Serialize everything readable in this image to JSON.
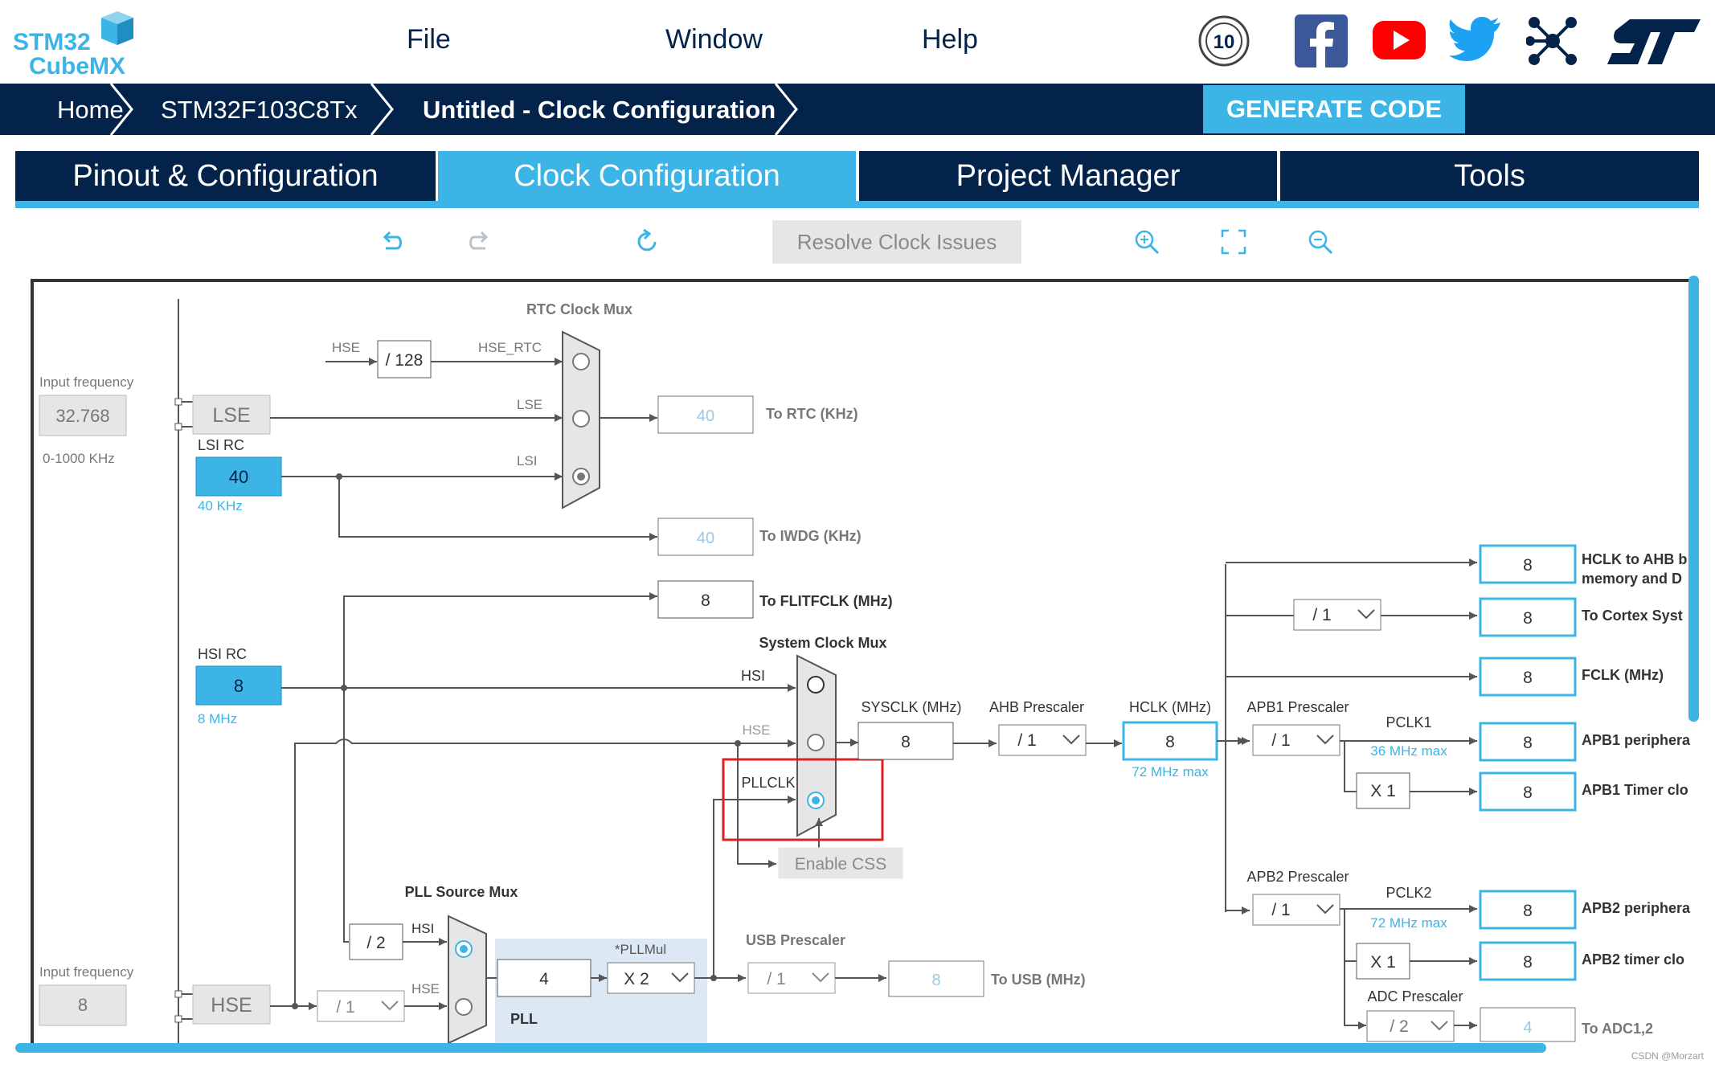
{
  "app": {
    "logo_line1": "STM32",
    "logo_line2": "CubeMX",
    "menu": [
      "File",
      "Window",
      "Help"
    ],
    "social_icons": [
      "anniversary-10-years-icon",
      "facebook-icon",
      "youtube-icon",
      "twitter-icon",
      "network-icon",
      "st-logo-icon"
    ],
    "anniversary_label": "10"
  },
  "breadcrumb": {
    "items": [
      "Home",
      "STM32F103C8Tx",
      "Untitled - Clock Configuration"
    ],
    "generate_label": "GENERATE CODE"
  },
  "tabs": [
    {
      "label": "Pinout & Configuration",
      "active": false
    },
    {
      "label": "Clock Configuration",
      "active": true
    },
    {
      "label": "Project Manager",
      "active": false
    },
    {
      "label": "Tools",
      "active": false
    }
  ],
  "toolbar": {
    "resolve_label": "Resolve Clock Issues",
    "icons": [
      "undo-icon",
      "redo-icon",
      "refresh-icon",
      "zoom-in-icon",
      "fit-screen-icon",
      "zoom-out-icon"
    ]
  },
  "clock": {
    "lse": {
      "input_label": "Input frequency",
      "input_value": "32.768",
      "range": "0-1000 KHz",
      "block_label": "LSE"
    },
    "lsi": {
      "title": "LSI RC",
      "value": "40",
      "sub": "40 KHz"
    },
    "rtc_mux": {
      "title": "RTC Clock Mux",
      "hse_label": "HSE",
      "div": "/ 128",
      "hse_rtc_label": "HSE_RTC",
      "lse_label": "LSE",
      "lsi_label": "LSI",
      "out_value": "40",
      "out_label": "To RTC (KHz)"
    },
    "iwdg": {
      "value": "40",
      "label": "To IWDG (KHz)"
    },
    "flitf": {
      "value": "8",
      "label": "To FLITFCLK (MHz)"
    },
    "hsi": {
      "title": "HSI RC",
      "value": "8",
      "sub": "8 MHz"
    },
    "sys_mux": {
      "title": "System Clock Mux",
      "hsi_label": "HSI",
      "hse_label": "HSE",
      "pllclk_label": "PLLCLK",
      "enable_css": "Enable CSS"
    },
    "sysclk": {
      "label": "SYSCLK (MHz)",
      "value": "8"
    },
    "ahb": {
      "label": "AHB Prescaler",
      "value": "/ 1"
    },
    "hclk": {
      "label": "HCLK (MHz)",
      "value": "8",
      "max": "72 MHz max"
    },
    "apb1": {
      "label": "APB1 Prescaler",
      "value": "/ 1",
      "pclk": "PCLK1",
      "max": "36 MHz max",
      "mult": "X 1"
    },
    "apb2": {
      "label": "APB2 Prescaler",
      "value": "/ 1",
      "pclk": "PCLK2",
      "max": "72 MHz max",
      "mult": "X 1"
    },
    "adc": {
      "label": "ADC Prescaler",
      "value": "/ 2",
      "out_value": "4",
      "out_label": "To ADC1,2"
    },
    "cortex_div": "/ 1",
    "outputs": [
      {
        "value": "8",
        "label": "HCLK to AHB b",
        "label2": "memory and D"
      },
      {
        "value": "8",
        "label": "To Cortex Syst"
      },
      {
        "value": "8",
        "label": "FCLK (MHz)"
      },
      {
        "value": "8",
        "label": "APB1 periphera"
      },
      {
        "value": "8",
        "label": "APB1 Timer clo"
      },
      {
        "value": "8",
        "label": "APB2 periphera"
      },
      {
        "value": "8",
        "label": "APB2 timer clo"
      }
    ],
    "pll_src": {
      "title": "PLL Source Mux",
      "div2": "/ 2",
      "hsi_label": "HSI",
      "hse_label": "HSE"
    },
    "hse": {
      "input_label": "Input frequency",
      "input_value": "8",
      "block_label": "HSE",
      "prediv": "/ 1"
    },
    "pll": {
      "label": "PLL",
      "value": "4",
      "mul_label": "*PLLMul",
      "mul": "X 2"
    },
    "usb": {
      "label": "USB Prescaler",
      "value": "/ 1",
      "out_value": "8",
      "out_label": "To USB (MHz)"
    }
  },
  "watermark": "CSDN @Morzart",
  "colors": {
    "navy": "#03234b",
    "accent": "#3cb4e5",
    "highlight": "#e02020"
  }
}
